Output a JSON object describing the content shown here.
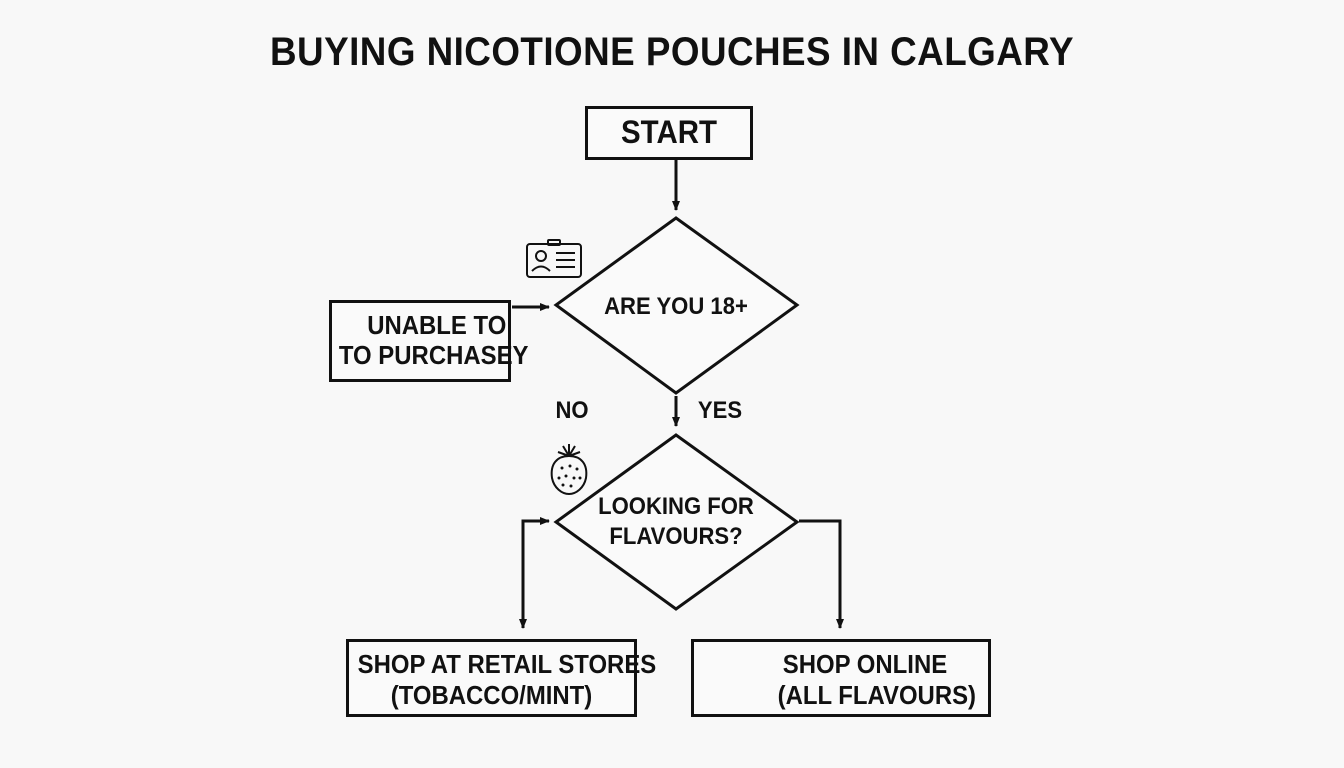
{
  "title": "BUYING NICOTIONE POUCHES IN CALGARY",
  "nodes": {
    "start": "START",
    "age_question": "ARE YOU 18+",
    "unable_line1": "UNABLE TO",
    "unable_line2": "TO PURCHASEY",
    "flavour_line1": "LOOKING FOR",
    "flavour_line2": "FLAVOURS?",
    "retail_line1": "SHOP AT RETAIL STORES",
    "retail_line2": "(TOBACCO/MINT)",
    "online_line1": "SHOP ONLINE",
    "online_line2": "(ALL FLAVOURS)"
  },
  "edge_labels": {
    "no": "NO",
    "yes": "YES"
  },
  "icons": {
    "id_card": "id-card-icon",
    "strawberry": "strawberry-icon",
    "laptop": "laptop-icon"
  },
  "colors": {
    "ink": "#111111",
    "background": "#f8f8f8"
  }
}
